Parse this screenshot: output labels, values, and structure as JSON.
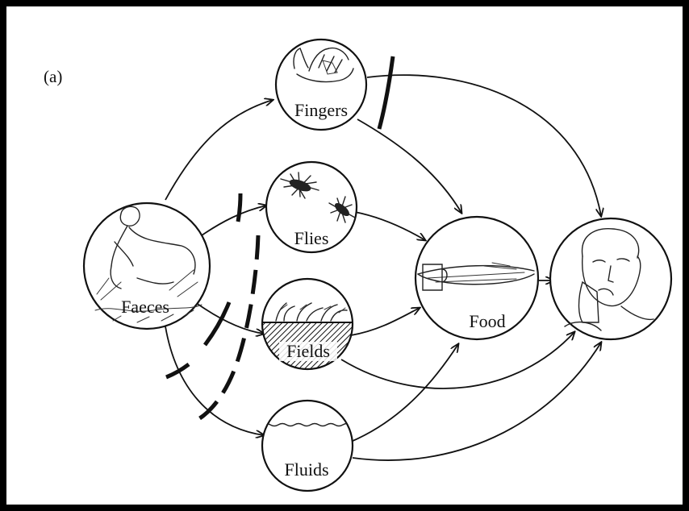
{
  "panel_label": "(a)",
  "nodes": {
    "faeces": "Faeces",
    "fingers": "Fingers",
    "flies": "Flies",
    "fields": "Fields",
    "fluids": "Fluids",
    "food": "Food"
  },
  "colors": {
    "ink": "#111111",
    "background": "#ffffff",
    "frame": "#000000"
  }
}
